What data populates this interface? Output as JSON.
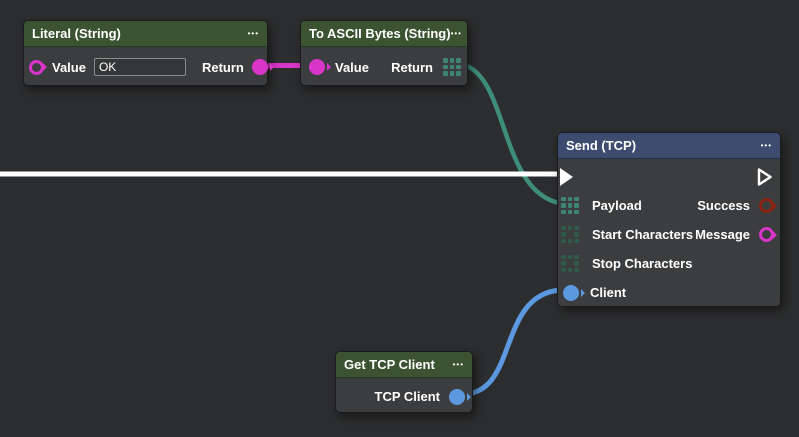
{
  "colors": {
    "background": "#2c2d2e",
    "node_body": "#3c3d3e",
    "header_green": "#3b5330",
    "header_blue": "#3d4b6f",
    "wire_magenta": "#d935c9",
    "wire_teal": "#3e8d7a",
    "wire_white": "#ffffff",
    "wire_blue": "#5b98e0",
    "port_red": "#8c2414",
    "grid_teal": "#3d8571"
  },
  "nodes": {
    "literal": {
      "title": "Literal (String)",
      "menu": "•••",
      "value_label": "Value",
      "value_text": "OK",
      "return_label": "Return"
    },
    "to_ascii": {
      "title": "To ASCII Bytes (String)",
      "menu": "•••",
      "value_label": "Value",
      "return_label": "Return"
    },
    "send": {
      "title": "Send (TCP)",
      "menu": "•••",
      "payload_label": "Payload",
      "start_label": "Start Characters",
      "stop_label": "Stop Characters",
      "client_label": "Client",
      "success_label": "Success",
      "message_label": "Message"
    },
    "get_client": {
      "title": "Get TCP Client",
      "menu": "•••",
      "output_label": "TCP Client"
    }
  }
}
